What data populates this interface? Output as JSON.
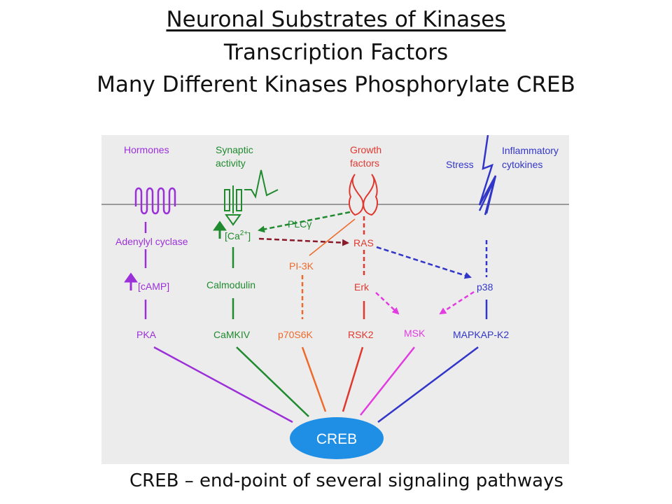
{
  "slide": {
    "title": "Neuronal Substrates of Kinases",
    "subtitle_1": "Transcription Factors",
    "subtitle_2": "Many Different Kinases Phosphorylate CREB",
    "caption": "CREB – end-point of several signaling pathways"
  },
  "diagram": {
    "inputs": {
      "hormones": "Hormones",
      "synaptic_1": "Synaptic",
      "synaptic_2": "activity",
      "growth_1": "Growth",
      "growth_2": "factors",
      "stress": "Stress",
      "inflammatory_1": "Inflammatory",
      "inflammatory_2": "cytokines"
    },
    "nodes": {
      "adenylyl_cyclase": "Adenylyl cyclase",
      "camp": "[cAMP]",
      "pka": "PKA",
      "ca_prefix": "[Ca",
      "ca_sup": "2+",
      "ca_suffix": "]",
      "calmodulin": "Calmodulin",
      "camkiv": "CaMKIV",
      "plc_prefix": "PLC",
      "plc_symbol": "γ",
      "ras": "RAS",
      "pi3k": "PI-3K",
      "p70s6k": "p70S6K",
      "erk": "Erk",
      "rsk2": "RSK2",
      "msk": "MSK",
      "p38": "p38",
      "mapkapk2": "MAPKAP-K2",
      "creb": "CREB"
    },
    "colors": {
      "purple": "#9b30d9",
      "green": "#1f8a2e",
      "red": "#e0382f",
      "orange": "#ee6a2a",
      "magenta": "#e23be0",
      "blue": "#3236c8",
      "darkred": "#8a1a2a",
      "creb_fill": "#1f8fe6",
      "membrane": "#9a9a9a",
      "panel": "#ececec"
    }
  }
}
